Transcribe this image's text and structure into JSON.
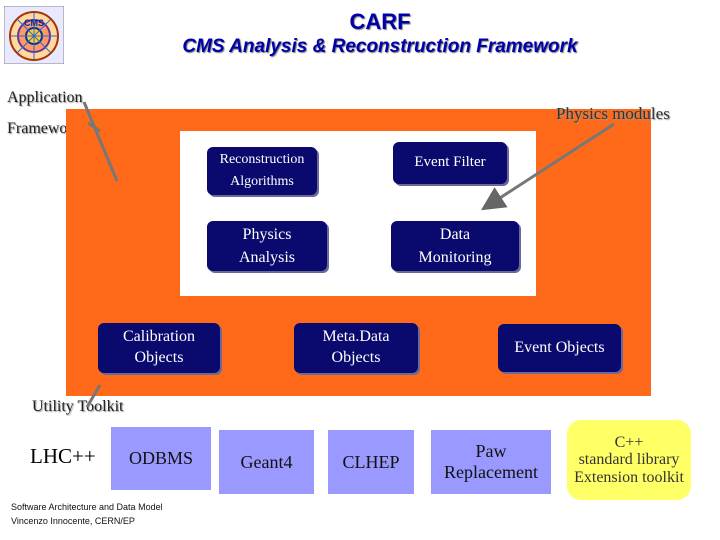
{
  "header": {
    "title": "CARF",
    "subtitle": "CMS Analysis & Reconstruction Framework"
  },
  "labels": {
    "application": "Application",
    "framework": "Framework",
    "physics_modules": "Physics modules",
    "utility_toolkit": "Utility Toolkit"
  },
  "modules": {
    "reconstruction": "Reconstruction\nAlgorithms",
    "event_filter": "Event Filter",
    "physics_analysis": "Physics\nAnalysis",
    "data_monitoring": "Data\nMonitoring"
  },
  "objects": {
    "calibration": "Calibration\nObjects",
    "metadata": "Meta.Data\nObjects",
    "event_objects": "Event Objects"
  },
  "toolkit": {
    "lhc": "LHC++",
    "odbms": "ODBMS",
    "geant4": "Geant4",
    "clhep": "CLHEP",
    "paw": "Paw\nReplacement",
    "cpp": "C++\nstandard library\nExtension toolkit"
  },
  "footer": {
    "line1": "Software Architecture and Data Model",
    "line2": "Vincenzo Innocente, CERN/EP"
  },
  "colors": {
    "framework_orange": "#ff6a1a",
    "module_blue": "#0a0a6e",
    "toolkit_lavender": "#9999ff",
    "cpp_yellow": "#ffff66",
    "title_blue": "#0000aa"
  },
  "icons": {
    "logo": "cms-detector-logo-icon"
  }
}
